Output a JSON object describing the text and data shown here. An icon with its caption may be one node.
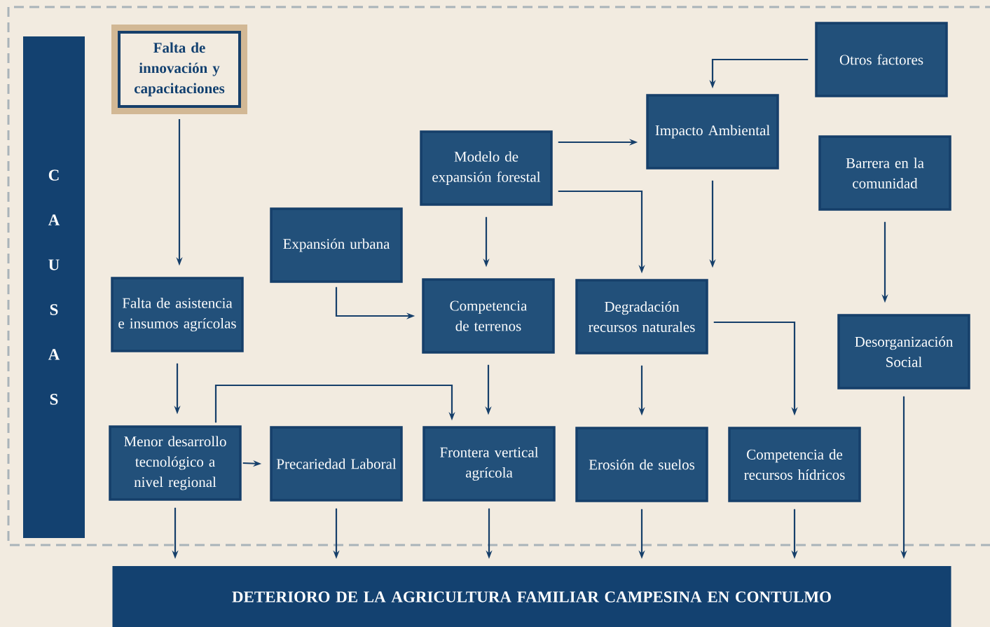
{
  "diagram": {
    "nodes": [
      {
        "text": [
          "Falta de innovación y capacitaciones"
        ]
      },
      {
        "text": [
          "Otros factores"
        ]
      },
      {
        "text": [
          "Impacto Ambiental"
        ]
      },
      {
        "text": [
          "Modelo de expansión forestal"
        ]
      },
      {
        "text": [
          "Barrera en la comunidad"
        ]
      },
      {
        "text": [
          "Expansión urbana"
        ]
      },
      {
        "text": [
          "Falta de asistencia e insumos agrícolas"
        ]
      },
      {
        "text": [
          "Competencia de terrenos"
        ]
      },
      {
        "text": [
          "Degradación recursos naturales"
        ]
      },
      {
        "text": [
          "Desorganización Social"
        ]
      },
      {
        "text": [
          "Menor desarrollo tecnológico a nivel regional"
        ]
      },
      {
        "text": [
          "Precariedad Laboral"
        ]
      },
      {
        "text": [
          "Frontera vertical agrícola"
        ]
      },
      {
        "text": [
          "Erosión de suelos"
        ]
      },
      {
        "text": [
          "Competencia de recursos hídricos"
        ]
      },
      {
        "text": [
          "DETERIORO DE LA AGRICULTURA FAMILIAR CAMPESINA EN CONTULMO"
        ]
      },
      {
        "text": [
          "C A U S A S"
        ]
      }
    ],
    "edges": [
      {
        "from": 0,
        "to": 6,
        "arrow": "to"
      },
      {
        "from": 1,
        "to": 2,
        "arrow": "to"
      },
      {
        "from": 3,
        "to": 2,
        "arrow": "to"
      },
      {
        "from": 3,
        "to": 8,
        "arrow": "to"
      },
      {
        "from": 2,
        "to": 8,
        "arrow": "to"
      },
      {
        "from": 4,
        "to": 9,
        "arrow": "to"
      },
      {
        "from": 5,
        "to": 7,
        "arrow": "to"
      },
      {
        "from": 3,
        "to": 7,
        "arrow": "to"
      },
      {
        "from": 6,
        "to": 10,
        "arrow": "to"
      },
      {
        "from": 10,
        "to": 12,
        "arrow": "to"
      },
      {
        "from": 7,
        "to": 12,
        "arrow": "to"
      },
      {
        "from": 10,
        "to": 11,
        "arrow": "to"
      },
      {
        "from": 8,
        "to": 13,
        "arrow": "to"
      },
      {
        "from": 8,
        "to": 14,
        "arrow": "to"
      },
      {
        "from": 10,
        "to": 15,
        "arrow": "to"
      },
      {
        "from": 11,
        "to": 15,
        "arrow": "to"
      },
      {
        "from": 12,
        "to": 15,
        "arrow": "to"
      },
      {
        "from": 13,
        "to": 15,
        "arrow": "to"
      },
      {
        "from": 14,
        "to": 15,
        "arrow": "to"
      },
      {
        "from": 9,
        "to": 15,
        "arrow": "to"
      }
    ]
  }
}
